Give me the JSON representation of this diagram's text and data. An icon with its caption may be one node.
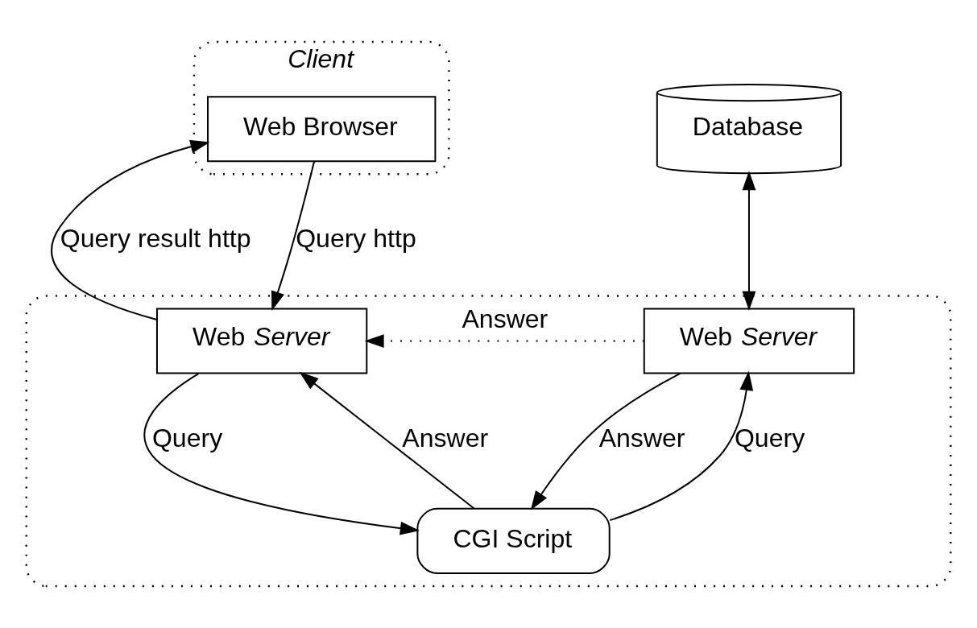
{
  "diagram": {
    "nodes": [
      {
        "text": [
          "*Client*"
        ]
      },
      {
        "text": [
          "Web Browser"
        ],
        "in": 0
      },
      {
        "text": [
          "Database"
        ]
      },
      {
        "text": [],
        "shape": "ellipse"
      },
      {
        "text": [
          "Web *Server*"
        ],
        "in": 3
      },
      {
        "text": [
          "Web *Server*"
        ],
        "in": 3
      },
      {
        "text": [
          "CGI Script"
        ],
        "in": 3
      }
    ],
    "edges": [
      {
        "from": 1,
        "to": 4,
        "arrow": "to",
        "label": "Query http"
      },
      {
        "from": 4,
        "to": 1,
        "arrow": "to",
        "label": "Query result http"
      },
      {
        "from": 2,
        "to": 5,
        "arrow": "both"
      },
      {
        "from": 5,
        "to": 4,
        "arrow": "to",
        "label": "Answer",
        "style": "dashed"
      },
      {
        "from": 4,
        "to": 6,
        "arrow": "to",
        "label": "Query"
      },
      {
        "from": 6,
        "to": 4,
        "arrow": "to",
        "label": "Answer"
      },
      {
        "from": 6,
        "to": 5,
        "arrow": "to",
        "label": "Query"
      },
      {
        "from": 5,
        "to": 6,
        "arrow": "to",
        "label": "Answer"
      }
    ]
  }
}
